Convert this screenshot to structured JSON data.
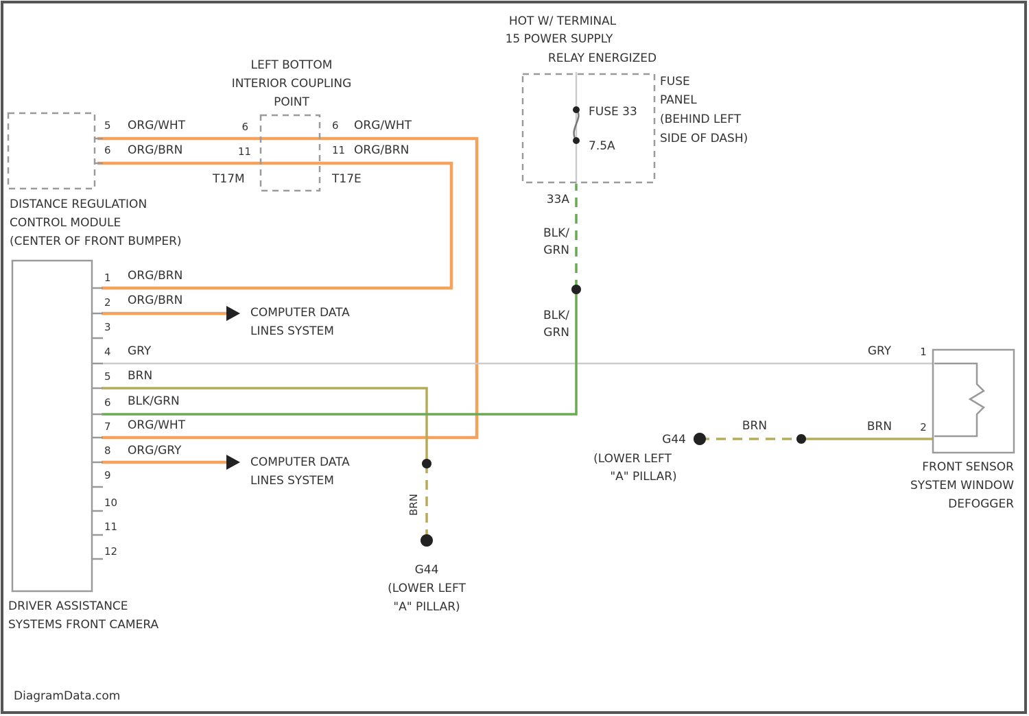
{
  "colors": {
    "org": "#f5a25d",
    "grn": "#6aaa55",
    "gry": "#cccccc",
    "brn": "#b5ac5a",
    "frame": "#555555"
  },
  "modules": {
    "distance": [
      "DISTANCE REGULATION",
      "CONTROL MODULE",
      "(CENTER OF FRONT BUMPER)"
    ],
    "camera": [
      "DRIVER ASSISTANCE",
      "SYSTEMS FRONT CAMERA"
    ],
    "coupling": [
      "LEFT BOTTOM",
      "INTERIOR COUPLING",
      "POINT"
    ],
    "hot": [
      "HOT W/ TERMINAL",
      "15 POWER SUPPLY",
      "RELAY ENERGIZED"
    ],
    "fuse_panel": [
      "FUSE",
      "PANEL",
      "(BEHIND LEFT",
      "SIDE OF DASH)"
    ],
    "defogger": [
      "FRONT SENSOR",
      "SYSTEM WINDOW",
      "DEFOGGER"
    ]
  },
  "fuse": {
    "name": "FUSE 33",
    "rating": "7.5A",
    "terminal": "33A"
  },
  "connectors": {
    "left": "T17M",
    "right": "T17E"
  },
  "distance_pins": [
    {
      "pin": "5",
      "wire": "ORG/WHT"
    },
    {
      "pin": "6",
      "wire": "ORG/BRN"
    }
  ],
  "coupling_pins": [
    {
      "left": "6",
      "right": "6",
      "wire": "ORG/WHT"
    },
    {
      "left": "11",
      "right": "11",
      "wire": "ORG/BRN"
    }
  ],
  "camera_pins": [
    {
      "pin": "1",
      "wire": "ORG/BRN"
    },
    {
      "pin": "2",
      "wire": "ORG/BRN"
    },
    {
      "pin": "3",
      "wire": ""
    },
    {
      "pin": "4",
      "wire": "GRY"
    },
    {
      "pin": "5",
      "wire": "BRN"
    },
    {
      "pin": "6",
      "wire": "BLK/GRN"
    },
    {
      "pin": "7",
      "wire": "ORG/WHT"
    },
    {
      "pin": "8",
      "wire": "ORG/GRY"
    },
    {
      "pin": "9",
      "wire": ""
    },
    {
      "pin": "10",
      "wire": ""
    },
    {
      "pin": "11",
      "wire": ""
    },
    {
      "pin": "12",
      "wire": ""
    }
  ],
  "data_lines": [
    "COMPUTER DATA",
    "LINES SYSTEM"
  ],
  "power_wires": [
    "BLK/",
    "GRN"
  ],
  "defogger_wires": {
    "top_pin": "1",
    "top_wire": "GRY",
    "bottom_pin": "2",
    "bottom_wire": "BRN",
    "mid_wire": "BRN"
  },
  "ground_camera": {
    "wire": "BRN",
    "name": "G44",
    "location": [
      "(LOWER LEFT",
      "\"A\" PILLAR)"
    ]
  },
  "ground_defog": {
    "name": "G44",
    "location": [
      "(LOWER LEFT",
      "\"A\" PILLAR)"
    ]
  },
  "footer": "DiagramData.com"
}
